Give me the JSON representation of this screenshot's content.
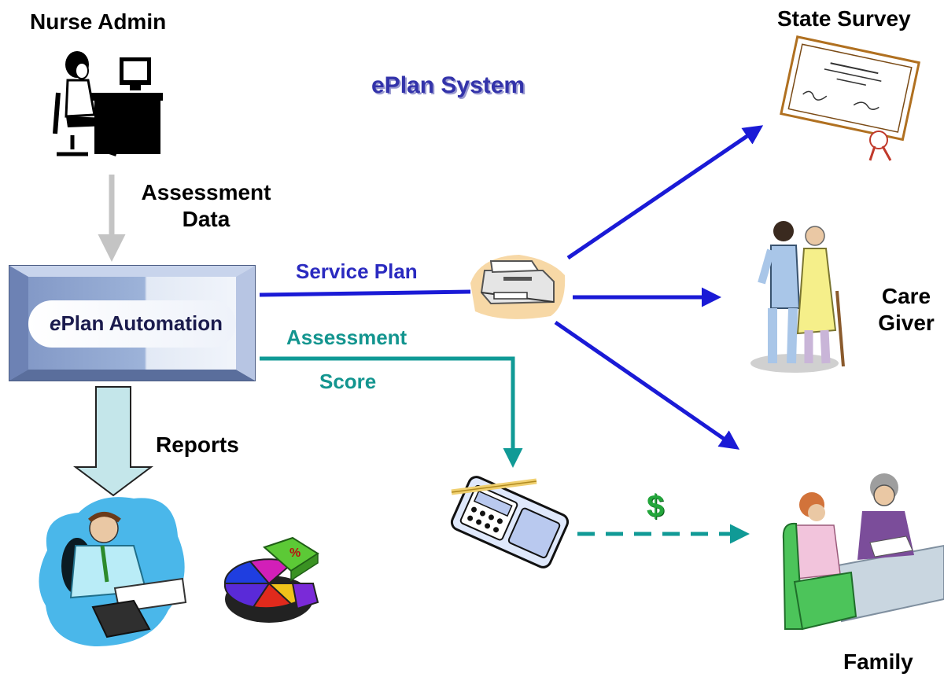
{
  "title": "ePlan System",
  "nodes": {
    "nurse_admin": "Nurse Admin",
    "state_survey": "State Survey",
    "care_giver": [
      "Care",
      "Giver"
    ],
    "family": "Family",
    "automation": {
      "prefix": "e",
      "rest": "Plan Automation"
    }
  },
  "edges": {
    "assessment_data": [
      "Assessment",
      "Data"
    ],
    "service_plan": "Service Plan",
    "assessment_score": [
      "Assessment",
      "Score"
    ],
    "reports": "Reports",
    "payment": "$"
  },
  "colors": {
    "blue_flow": "#1a1ad6",
    "teal_flow": "#109a96",
    "gray_flow": "#c4c4c4",
    "reports_arrow": "#c4e6ea"
  },
  "icons": [
    "nurse-at-computer-icon",
    "certificate-icon",
    "printer-icon",
    "caregiver-couple-icon",
    "family-meeting-icon",
    "calculator-icon",
    "office-worker-icon",
    "pie-chart-icon"
  ]
}
